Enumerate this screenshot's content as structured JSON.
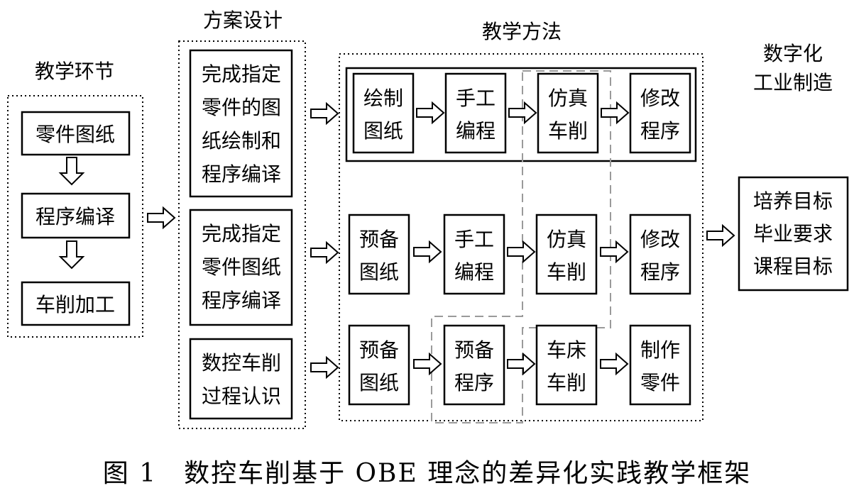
{
  "headers": {
    "teaching_stage": "教学环节",
    "plan_design": "方案设计",
    "teaching_method": "教学方法",
    "digital_manufacturing": [
      "数字化",
      "工业制造"
    ]
  },
  "teaching_stages": [
    [
      "零件图纸"
    ],
    [
      "程序编译"
    ],
    [
      "车削加工"
    ]
  ],
  "plans": [
    [
      "完成指定",
      "零件的图",
      "纸绘制和",
      "程序编译"
    ],
    [
      "完成指定",
      "零件图纸",
      "程序编译"
    ],
    [
      "数控车削",
      "过程认识"
    ]
  ],
  "methods": [
    [
      [
        "绘制",
        "图纸"
      ],
      [
        "手工",
        "编程"
      ],
      [
        "仿真",
        "车削"
      ],
      [
        "修改",
        "程序"
      ]
    ],
    [
      [
        "预备",
        "图纸"
      ],
      [
        "手工",
        "编程"
      ],
      [
        "仿真",
        "车削"
      ],
      [
        "修改",
        "程序"
      ]
    ],
    [
      [
        "预备",
        "图纸"
      ],
      [
        "预备",
        "程序"
      ],
      [
        "车床",
        "车削"
      ],
      [
        "制作",
        "零件"
      ]
    ]
  ],
  "goals": [
    "培养目标",
    "毕业要求",
    "课程目标"
  ],
  "caption": "图 1　数控车削基于 OBE 理念的差异化实践教学框架",
  "colors": {
    "line": "#000000",
    "dashed_path": "#9a9a9a"
  }
}
